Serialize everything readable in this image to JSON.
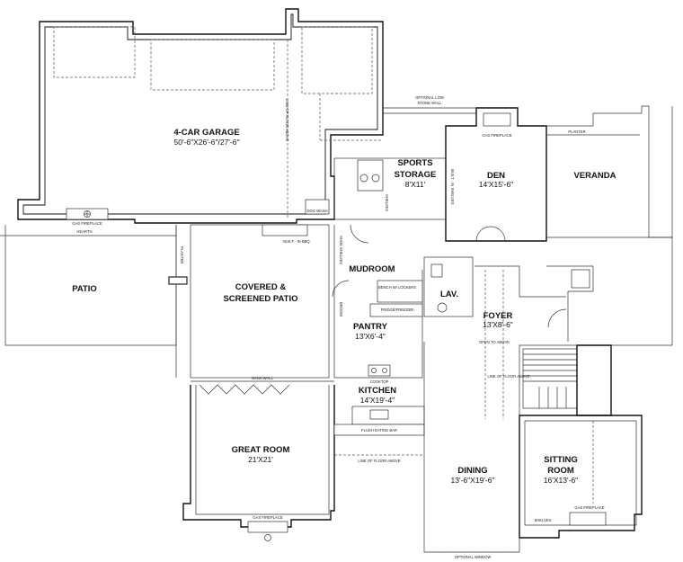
{
  "rooms": {
    "garage": {
      "name": "4-CAR GARAGE",
      "dims": "50'-6\"X26'-6\"/27'-6\""
    },
    "sports_storage": {
      "name_line1": "SPORTS",
      "name_line2": "STORAGE",
      "dims": "8'X11'"
    },
    "den": {
      "name": "DEN",
      "dims": "14'X15'-6\""
    },
    "veranda": {
      "name": "VERANDA"
    },
    "patio": {
      "name": "PATIO"
    },
    "covered_patio": {
      "name_line1": "COVERED &",
      "name_line2": "SCREENED PATIO"
    },
    "mudroom": {
      "name": "MUDROOM"
    },
    "lav": {
      "name": "LAV."
    },
    "pantry": {
      "name": "PANTRY",
      "dims": "13'X6'-4\""
    },
    "foyer": {
      "name": "FOYER",
      "dims": "13'X8'-6\""
    },
    "kitchen": {
      "name": "KITCHEN",
      "dims": "14'X19'-4\""
    },
    "great_room": {
      "name": "GREAT ROOM",
      "dims": "21'X21'"
    },
    "dining": {
      "name": "DINING",
      "dims": "13'-6\"X19'-6\""
    },
    "sitting_room": {
      "name_line1": "SITTING",
      "name_line2": "ROOM",
      "dims": "16'X13'-6\""
    }
  },
  "notes": {
    "optional_low_stone_wall_1": "OPTIONAL LOW",
    "optional_low_stone_wall_2": "STONE WALL",
    "gas_fireplace_den": "GAS FIREPLACE",
    "planter_veranda": "PLANTER",
    "gas_fireplace_garage": "GAS FIREPLACE",
    "hearth": "HEARTH",
    "built_in_bbq": "BUILT - IN BBQ",
    "dog_wash": "DOG WASH",
    "shelves_storage": "SHELVES",
    "built_in_shelves": "BUILT - IN SHELVES",
    "shoe_shelves": "SHOE SHELVES",
    "bench_lockers": "BENCH W/ LOCKERS",
    "fridge_freezer": "FRIDGE/FREEZER",
    "broom": "BROOM",
    "cooktop": "COOKTOP",
    "nana_wall": "NANA WALL",
    "flush_eating_bar": "FLUSH EATING BAR",
    "line_of_floor_above": "LINE OF FLOOR ABOVE",
    "open_to_above": "OPEN TO ABOVE",
    "gas_fireplace_great": "GAS FIREPLACE",
    "gas_fireplace_sitting": "GAS FIREPLACE",
    "shelves_sitting": "SHELVES",
    "optional_window": "OPTIONAL WINDOW",
    "planter_patio": "PLANTER",
    "line_of_floor_above_garage": "LINE OF FLOOR ABOVE"
  }
}
